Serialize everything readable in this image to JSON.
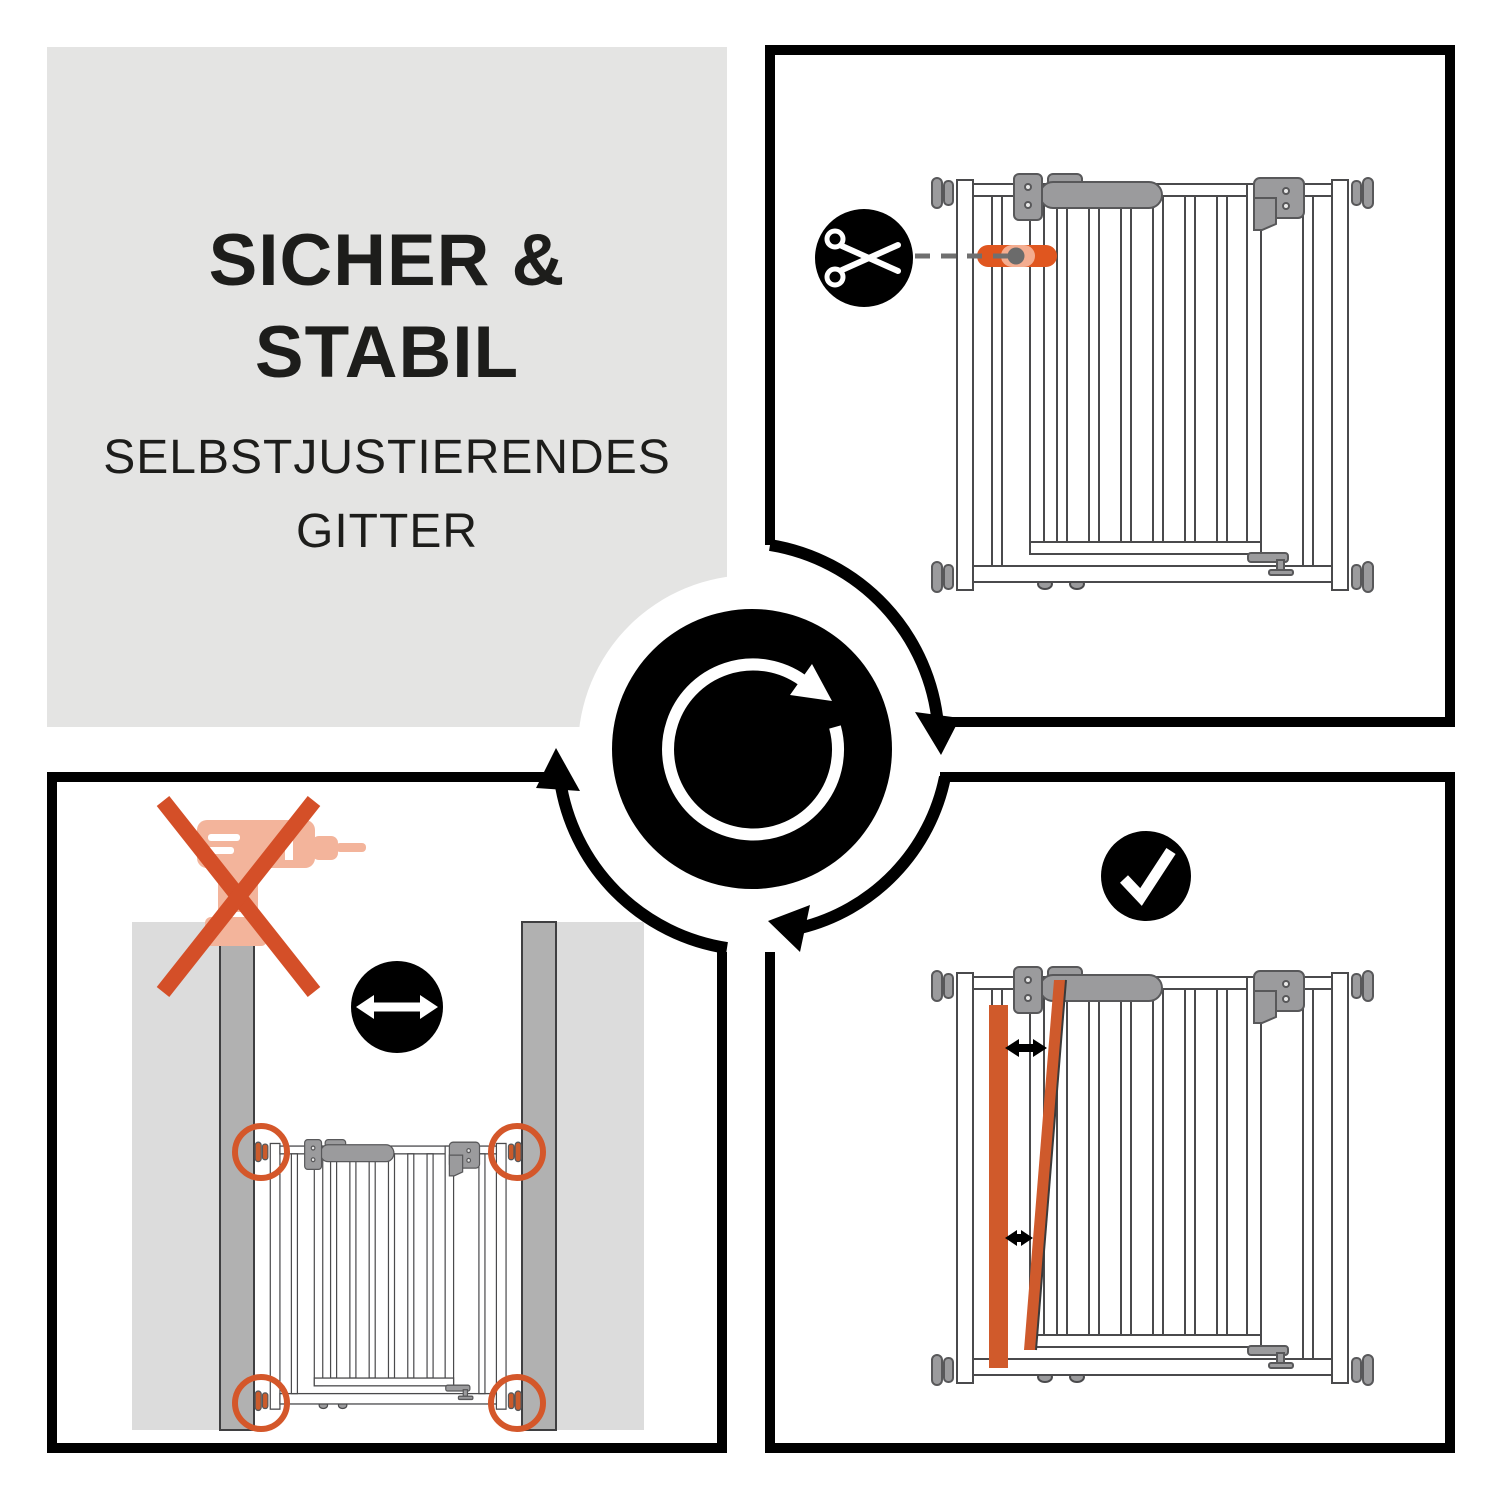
{
  "headline": {
    "title_line1": "SICHER &",
    "title_line2": "STABIL",
    "subtitle_line1": "SELBSTJUSTIERENDES",
    "subtitle_line2": "GITTER"
  },
  "icons": {
    "center": "rotate-clockwise-icon",
    "top_right": "scissors-icon",
    "bottom_left_no_drill": "no-drill-icon",
    "bottom_left_width": "horizontal-double-arrow-icon",
    "bottom_right": "checkmark-icon"
  },
  "colors": {
    "accent_orange": "#d4572a",
    "strap_orange": "#e0561f",
    "strap_highlight": "#f4ad90",
    "drill_salmon": "#f3b49b",
    "panel_gray": "#e4e4e3",
    "wall_light": "#dcdcdc",
    "wall_dark": "#b1b1b1",
    "hardware_gray": "#9b9b9d",
    "outline": "#4a4a4c",
    "ink": "#000000"
  }
}
